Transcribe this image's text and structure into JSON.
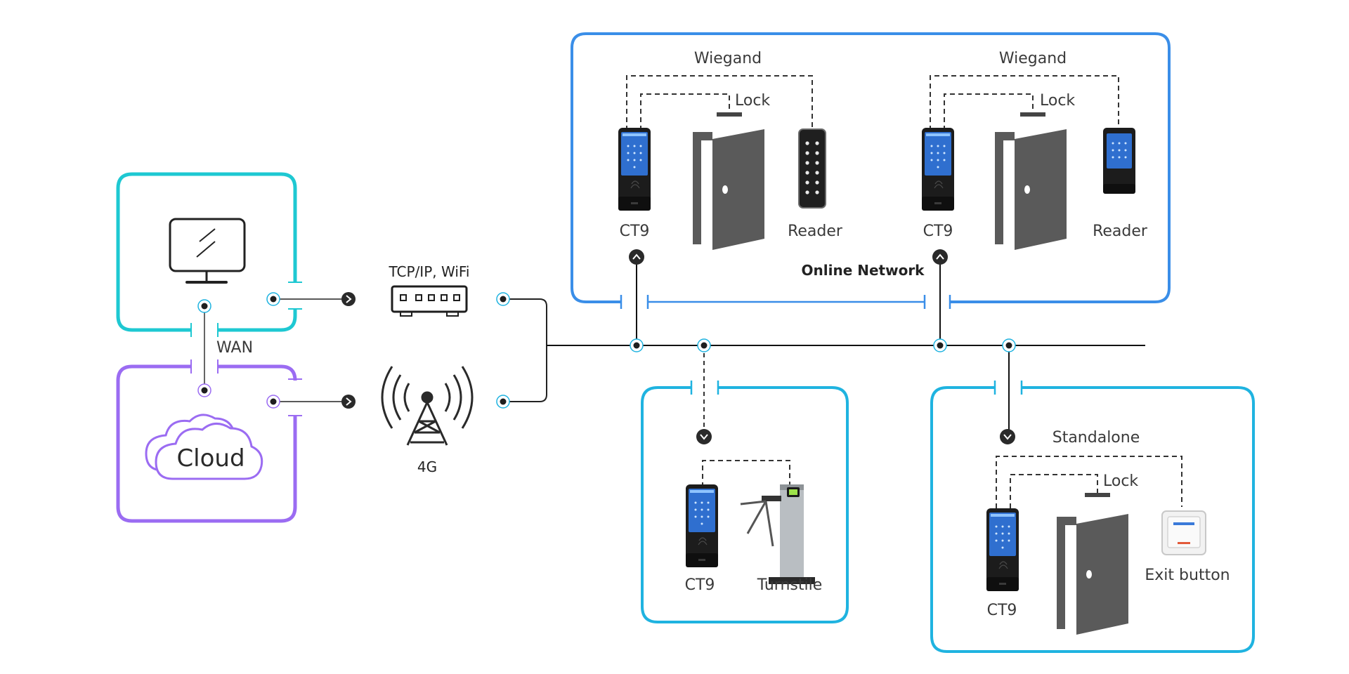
{
  "colors": {
    "cyan": "#1ec8d2",
    "purple": "#9b6cf2",
    "blue": "#3a8ee8",
    "sky": "#1fb3e0",
    "line": "#222222",
    "device": "#555555"
  },
  "left": {
    "cloud_label": "Cloud",
    "wan_label": "WAN"
  },
  "connectivity": {
    "router_label": "TCP/IP, WiFi",
    "cellular_label": "4G"
  },
  "online_network": {
    "title": "Online Network",
    "units": [
      {
        "wiegand_label": "Wiegand",
        "lock_label": "Lock",
        "device_label": "CT9",
        "reader_label": "Reader"
      },
      {
        "wiegand_label": "Wiegand",
        "lock_label": "Lock",
        "device_label": "CT9",
        "reader_label": "Reader"
      }
    ]
  },
  "turnstile_group": {
    "device_label": "CT9",
    "turnstile_label": "Turnstile"
  },
  "standalone": {
    "title": "Standalone",
    "lock_label": "Lock",
    "device_label": "CT9",
    "exit_label": "Exit button"
  },
  "icons": [
    "monitor-icon",
    "cloud-icon",
    "router-icon",
    "cell-tower-icon",
    "door-icon",
    "keypad-reader-icon",
    "card-reader-icon",
    "turnstile-icon",
    "exit-button-icon",
    "access-terminal-icon"
  ]
}
